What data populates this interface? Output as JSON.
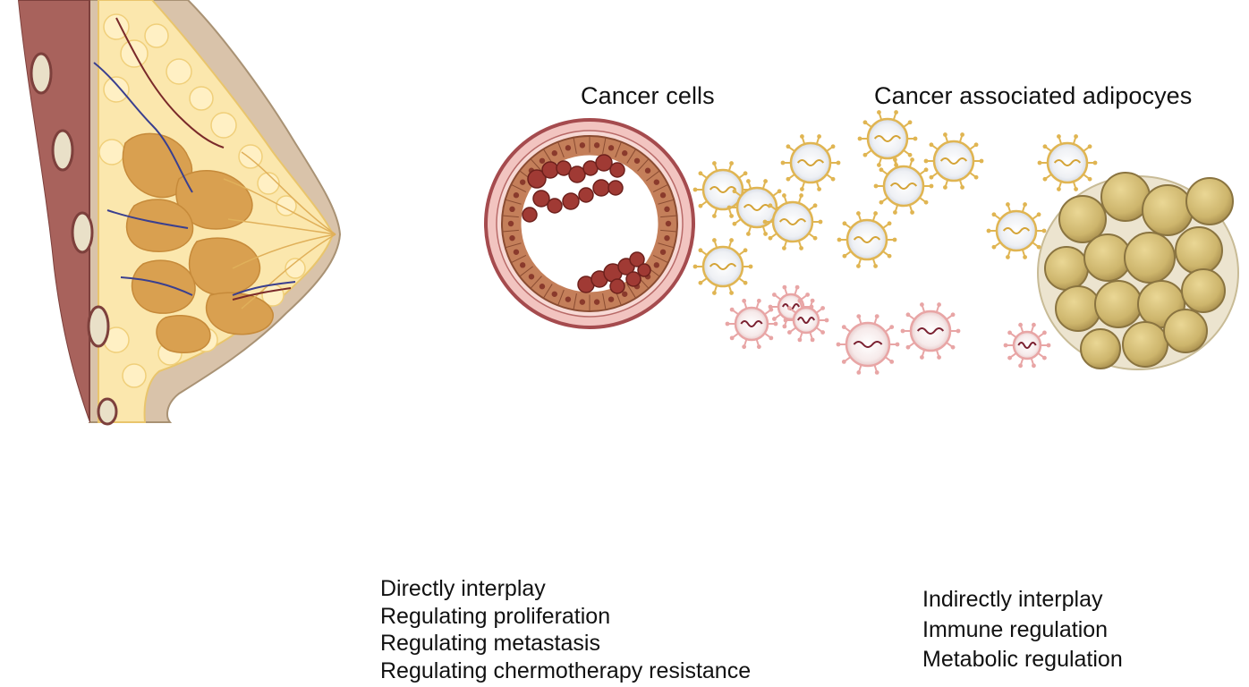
{
  "labels": {
    "cancer_cells": "Cancer cells",
    "adipocytes": "Cancer associated adipocyes"
  },
  "direct_list": [
    "Directly interplay",
    "Regulating proliferation",
    "Regulating metastasis",
    "Regulating chermotherapy resistance"
  ],
  "indirect_list": [
    "Indirectly interplay",
    "Immune regulation",
    "Metabolic regulation"
  ],
  "colors": {
    "tissue_dark": "#8e4d4a",
    "tissue_skin": "#d9c3aa",
    "fat_light": "#fbe7ad",
    "gland_orange": "#d9a050",
    "cancer_cell": "#c47f5a",
    "tumor_red": "#a03a34",
    "vesicle_gold": "#e0b552",
    "vesicle_pink": "#e8a5a5",
    "adipocyte": "#d7c27c"
  }
}
